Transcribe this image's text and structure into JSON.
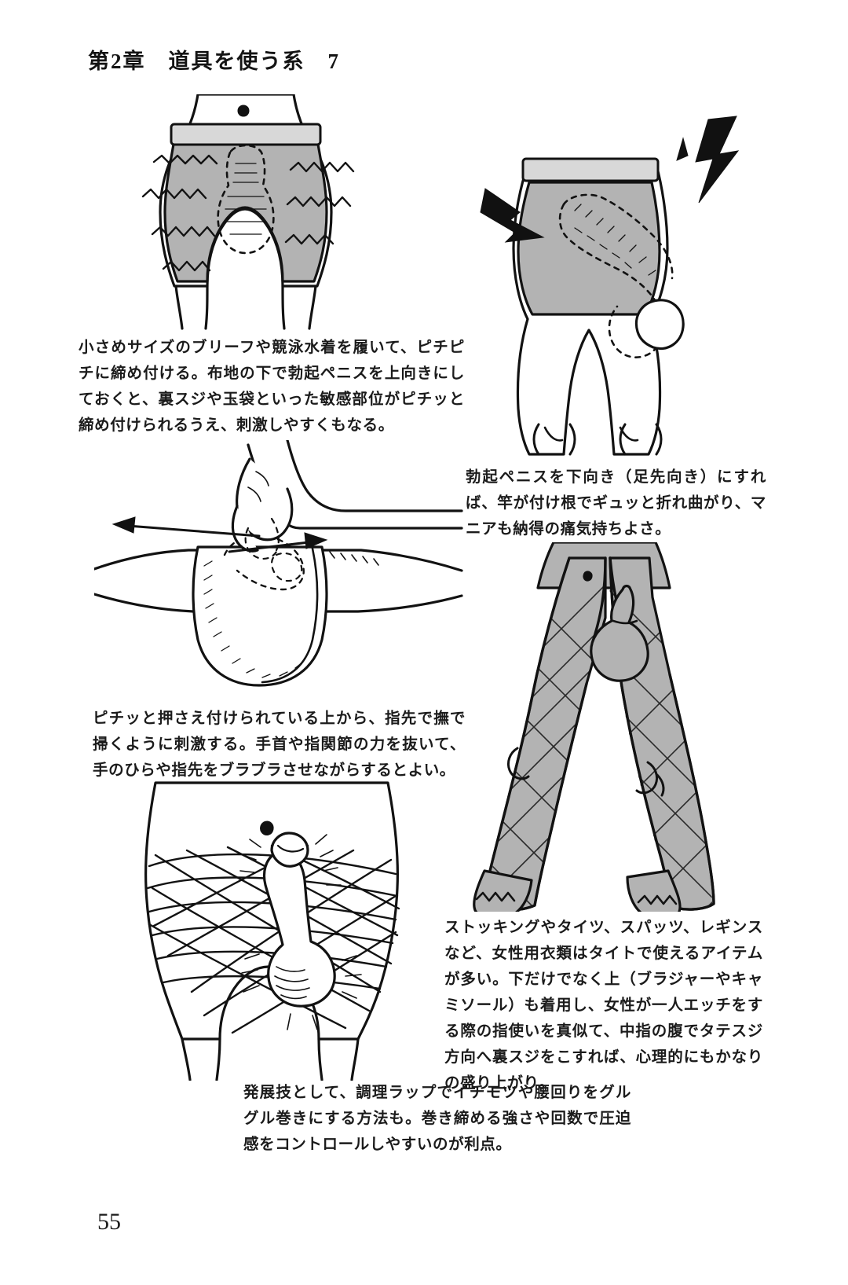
{
  "page": {
    "chapter_header": "第2章　道具を使う系　7",
    "page_number": "55"
  },
  "figures": [
    {
      "id": "fig-briefs",
      "name": "briefs-front-figure",
      "description": "下着（ブリーフ）を履いた腰部の正面イラスト・ギザギザの締め付け線つき"
    },
    {
      "id": "fig-downward",
      "name": "briefs-downward-figure",
      "description": "ペニスを下向きに収めた下着姿と稲妻マークのイラスト"
    },
    {
      "id": "fig-hand",
      "name": "hand-stroking-figure",
      "description": "布地の上から指先で撫で掃く手のイラスト・左右の矢印つき"
    },
    {
      "id": "fig-stockings",
      "name": "stockings-legs-figure",
      "description": "網目模様のストッキング・タイツを履いた脚のイラスト"
    },
    {
      "id": "fig-wrap",
      "name": "plastic-wrap-figure",
      "description": "調理ラップを腰回りにグルグル巻きにしたイラスト"
    }
  ],
  "captions": {
    "briefs": "小さめサイズのブリーフや競泳水着を履いて、ピチピチに締め付ける。布地の下で勃起ペニスを上向きにしておくと、裏スジや玉袋といった敏感部位がピチッと締め付けられるうえ、刺激しやすくもなる。",
    "downward": "勃起ペニスを下向き（足先向き）にすれば、竿が付け根でギュッと折れ曲がり、マニアも納得の痛気持ちよさ。",
    "stroke": "ピチッと押さえ付けられている上から、指先で撫で掃くように刺激する。手首や指関節の力を抜いて、手のひらや指先をブラブラさせながらするとよい。",
    "stockings": "ストッキングやタイツ、スパッツ、レギンスなど、女性用衣類はタイトで使えるアイテムが多い。下だけでなく上（ブラジャーやキャミソール）も着用し、女性が一人エッチをする際の指使いを真似て、中指の腹でタテスジ方向へ裏スジをこすれば、心理的にもかなりの盛り上がり。",
    "wrap": "発展技として、調理ラップでイチモツや腰回りをグルグル巻きにする方法も。巻き締める強さや回数で圧迫感をコントロールしやすいのが利点。"
  },
  "colors": {
    "ink": "#121212",
    "paper": "#ffffff",
    "garment_gray": "#b3b3b3",
    "garment_light": "#d8d8d8"
  }
}
